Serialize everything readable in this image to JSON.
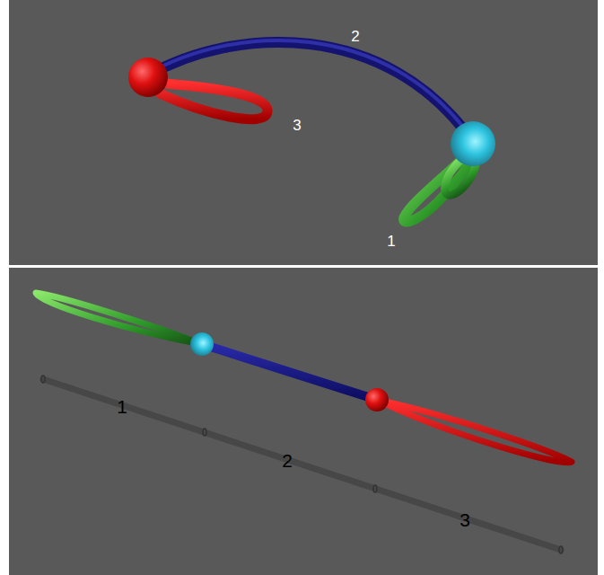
{
  "diagram": {
    "labels": [
      "2",
      "3",
      "1",
      "1",
      "2",
      "3"
    ]
  }
}
